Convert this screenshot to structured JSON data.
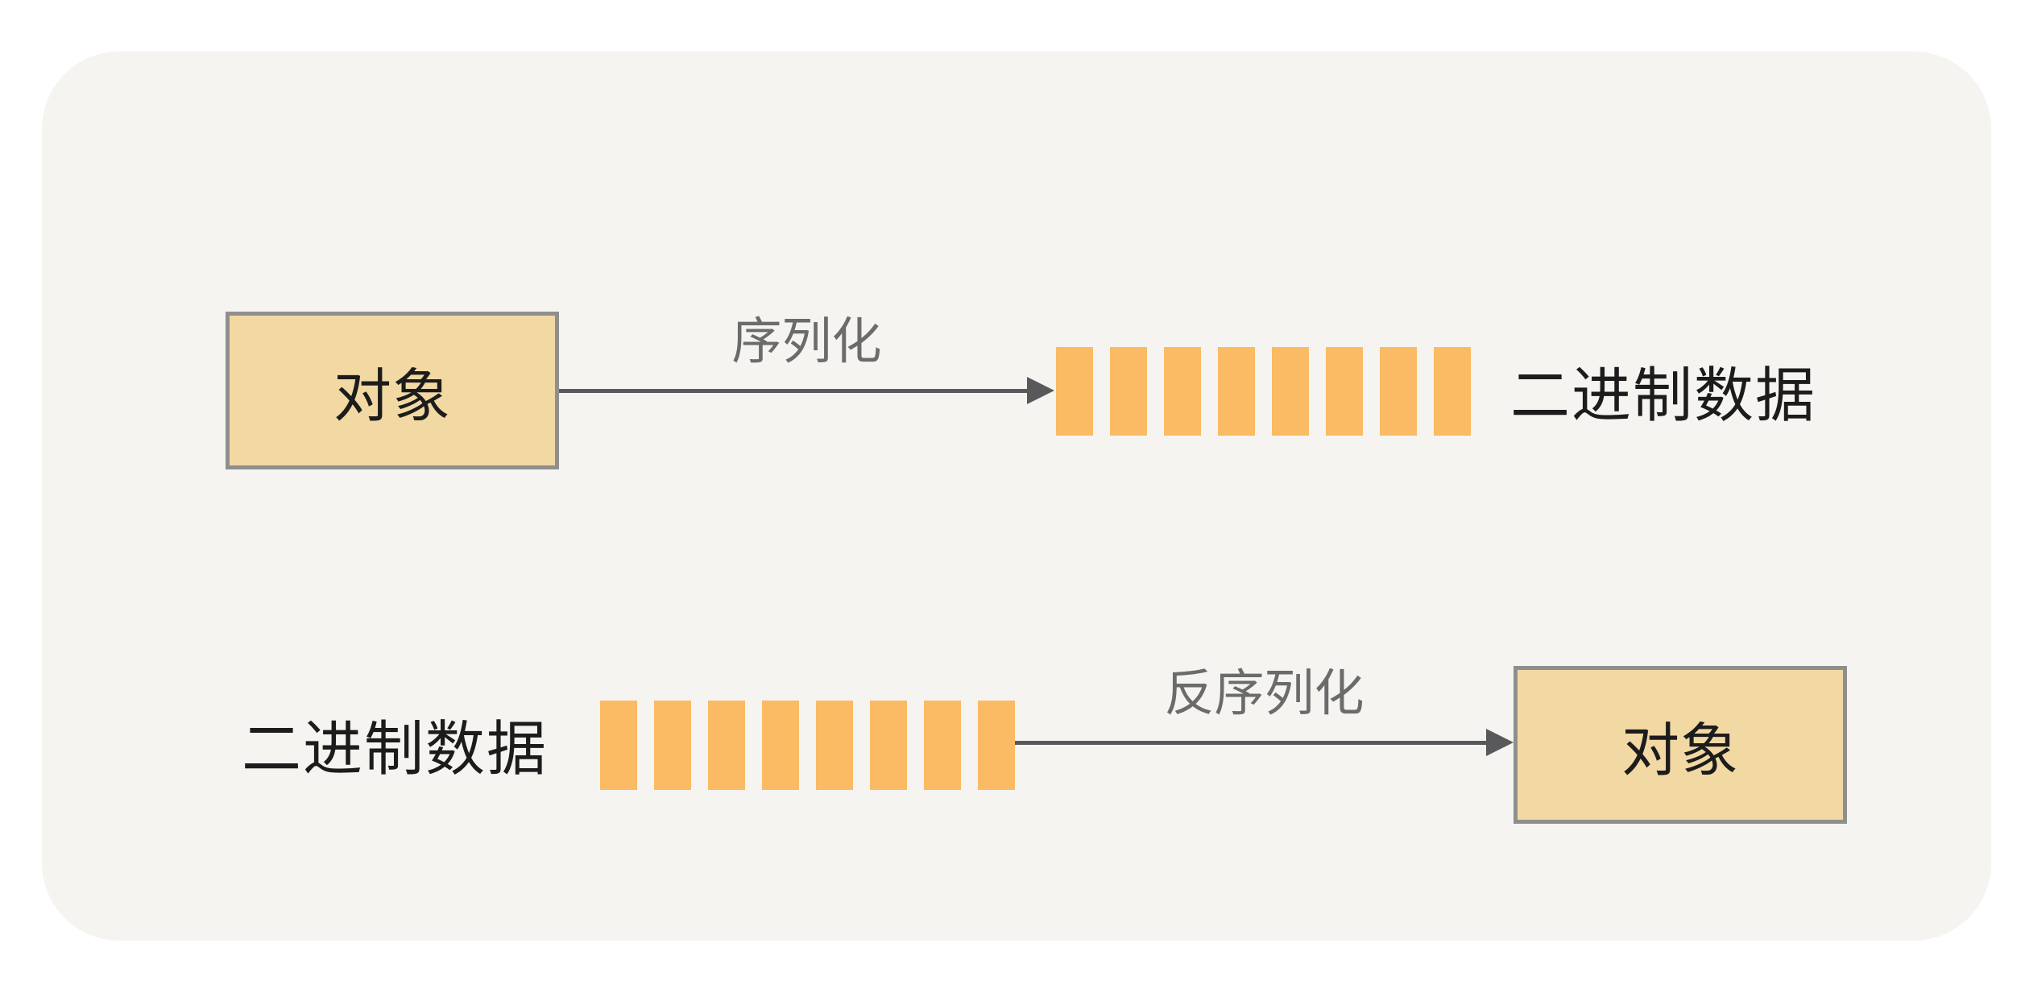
{
  "colors": {
    "background": "#ffffff",
    "panel_background": "#f5f4f1",
    "bar": "#fabb64",
    "box_fill": "#f2d8a3",
    "box_border": "#8f8f8f",
    "arrow": "#59595b",
    "arrow_label_text": "#6b6b6b",
    "dark_text": "#1c1c1c"
  },
  "flow_top": {
    "source_box_label": "对象",
    "arrow_label": "序列化",
    "stream_bar_count": 8,
    "stream_label": "二进制数据"
  },
  "flow_bottom": {
    "stream_label": "二进制数据",
    "stream_bar_count": 8,
    "arrow_label": "反序列化",
    "target_box_label": "对象"
  }
}
